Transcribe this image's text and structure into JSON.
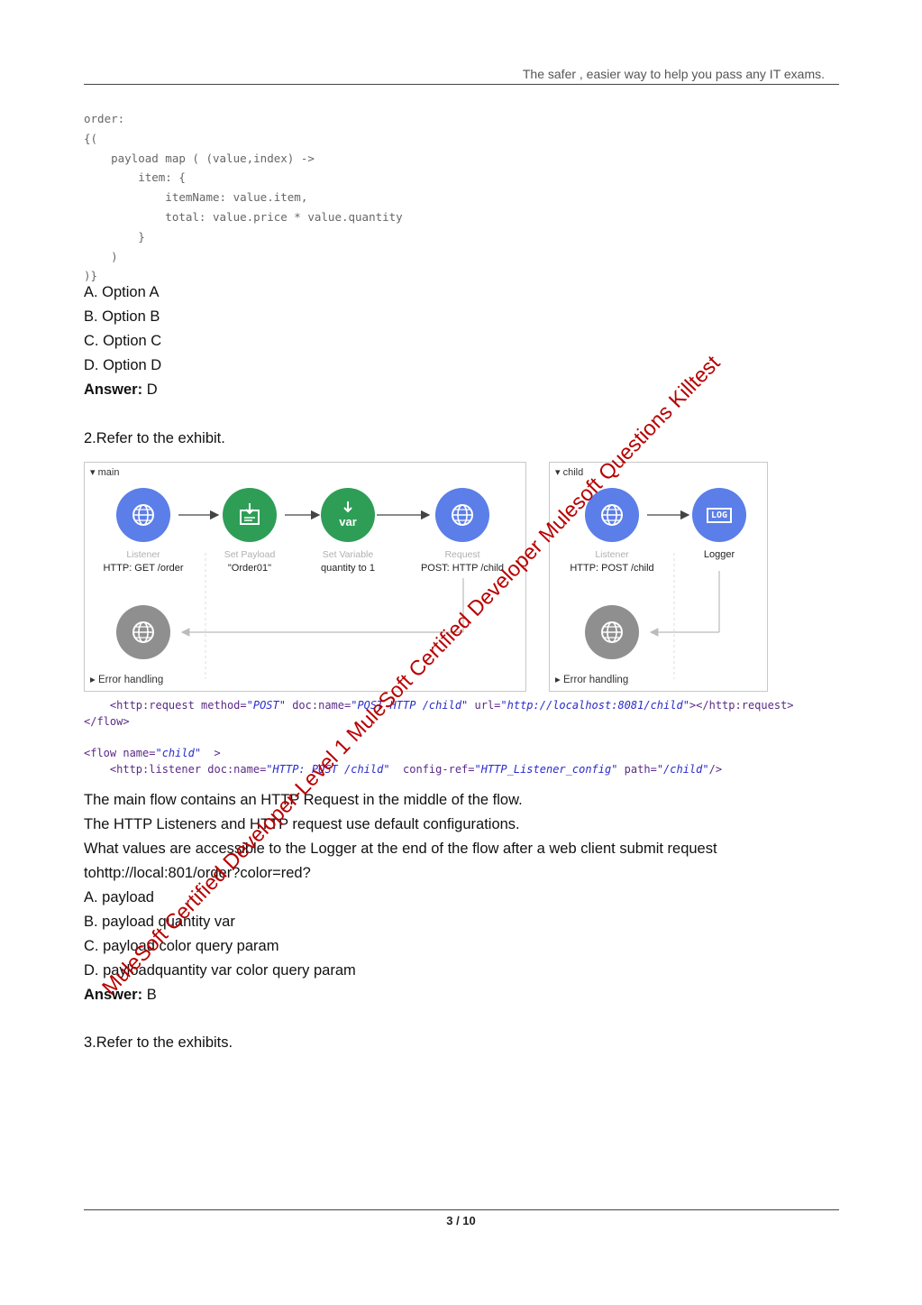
{
  "header": {
    "tagline": "The safer , easier way to help you pass any IT exams."
  },
  "code_block": "order:\n{(\n    payload map ( (value,index) ->\n        item: {\n            itemName: value.item,\n            total: value.price * value.quantity\n        }\n    )\n)}",
  "question1": {
    "options": [
      "A. Option A",
      "B. Option B",
      "C. Option C",
      "D. Option D"
    ],
    "answer_label": "Answer:",
    "answer_value": " D"
  },
  "question2": {
    "heading": "2.Refer to the exhibit.",
    "main_panel": {
      "title": "main",
      "error_label": "Error handling",
      "nodes": [
        {
          "type": "Listener",
          "detail": "HTTP: GET /order",
          "icon": "globe-icon"
        },
        {
          "type": "Set Payload",
          "detail": "\"Order01\"",
          "icon": "set-payload-icon"
        },
        {
          "type": "Set Variable",
          "detail": "quantity to 1",
          "icon": "var-icon",
          "icon_text": "var"
        },
        {
          "type": "Request",
          "detail": "POST: HTTP /child",
          "icon": "globe-icon"
        }
      ]
    },
    "child_panel": {
      "title": "child",
      "error_label": "Error handling",
      "nodes": [
        {
          "type": "Listener",
          "detail": "HTTP: POST /child",
          "icon": "globe-icon"
        },
        {
          "type": "",
          "detail": "Logger",
          "icon": "log-icon",
          "icon_text": "LOG"
        }
      ]
    },
    "xml_lines": {
      "l1_a": "    <http:request method=",
      "l1_b": "\"POST\"",
      "l1_c": " doc:name=",
      "l1_d": "\"POST HTTP /child\"",
      "l1_e": " url=",
      "l1_f": "\"http://localhost:8081/child\"",
      "l1_g": "></http:request>",
      "l2": "</flow>",
      "l3_a": "<flow name=",
      "l3_b": "\"child\"",
      "l3_c": "  >",
      "l4_a": "    <http:listener doc:name=",
      "l4_b": "\"HTTP: POST /child\"",
      "l4_c": "  config-ref=",
      "l4_d": "\"HTTP_Listener_config\"",
      "l4_e": " path=",
      "l4_f": "\"/child\"",
      "l4_g": "/>"
    },
    "body": [
      "The main flow contains an HTTP Request in the middle of the flow.",
      "The HTTP Listeners and HTTP request use default configurations.",
      "What values are accessible to the Logger at the end of the flow after a web client submit request",
      "tohttp://local:801/order?color=red?"
    ],
    "options": [
      "A. payload",
      "B. payload quantity var",
      "C. payload color query param",
      "D. payloadquantity var color query param"
    ],
    "answer_label": "Answer:",
    "answer_value": " B"
  },
  "question3": {
    "heading": "3.Refer to the exhibits."
  },
  "watermark": "MuleSoft Certified Developer-Level 1 MuleSoft Certified Developer Mulesoft Questions Killtest",
  "footer": {
    "page": "3 / 10"
  },
  "colors": {
    "blue_icon": "#5b7ee8",
    "green_icon": "#2e9e57",
    "gray_icon": "#8f8f8f",
    "watermark": "#b80000"
  }
}
